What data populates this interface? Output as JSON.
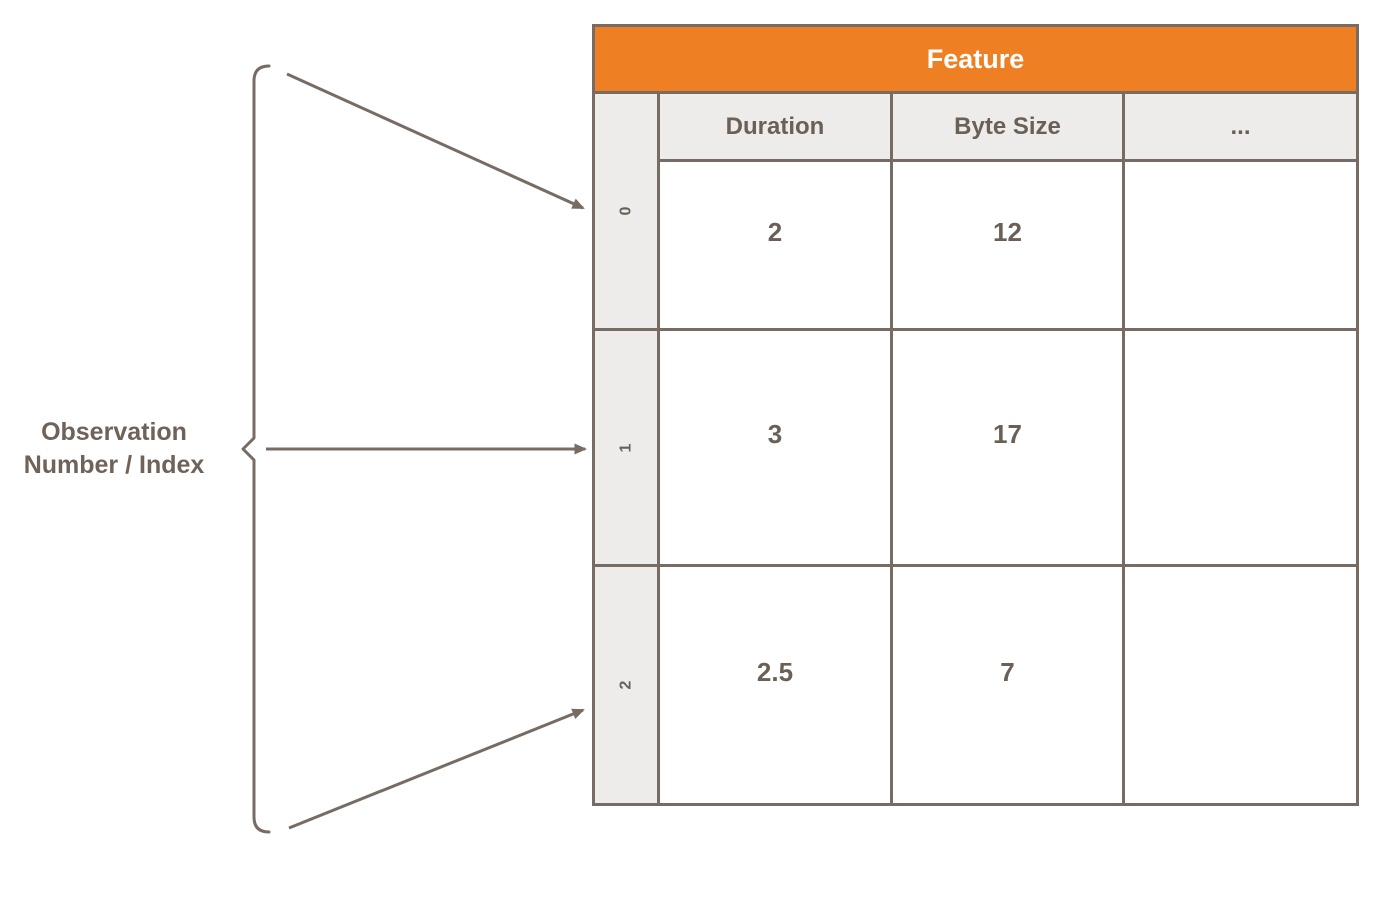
{
  "colors": {
    "orange": "#EE7F23",
    "border": "#776C64",
    "text": "#6B6056",
    "header_fill": "#EDECEA",
    "title_text": "#FFFFFF",
    "background": "#FFFFFF"
  },
  "annotation": {
    "label_line1": "Observation",
    "label_line2": "Number / Index"
  },
  "table": {
    "title": "Feature",
    "columns": [
      "Duration",
      "Byte Size",
      "..."
    ],
    "rows": [
      {
        "index": "0",
        "duration": "2",
        "byte_size": "12",
        "more": ""
      },
      {
        "index": "1",
        "duration": "3",
        "byte_size": "17",
        "more": ""
      },
      {
        "index": "2",
        "duration": "2.5",
        "byte_size": "7",
        "more": ""
      }
    ]
  }
}
